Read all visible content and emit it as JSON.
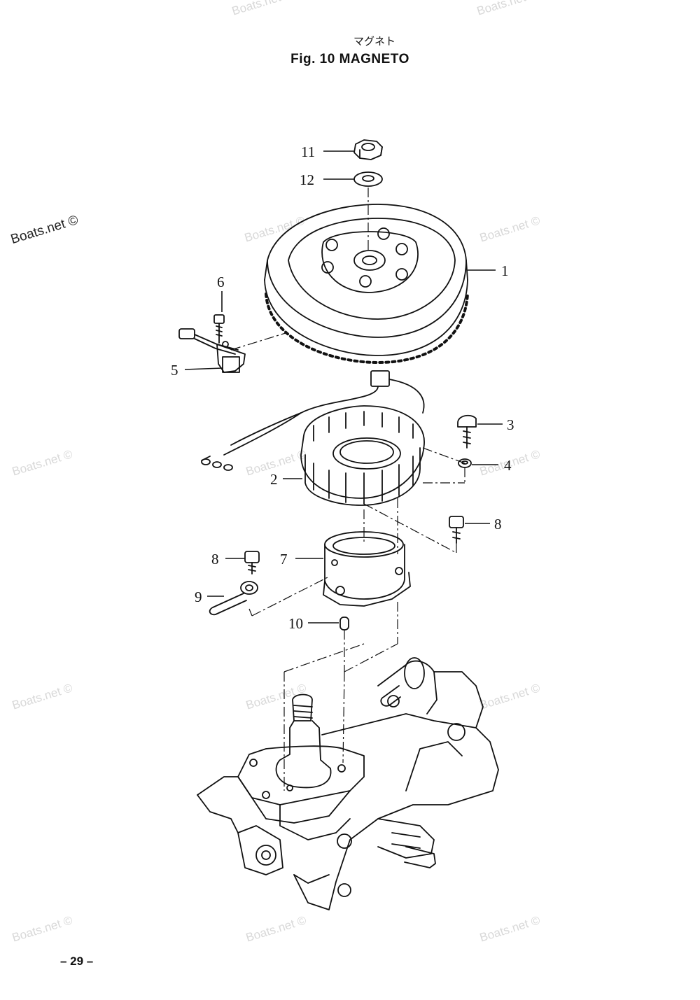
{
  "header": {
    "title_jp": "マグネト",
    "title_en": "Fig. 10   MAGNETO"
  },
  "callouts": [
    {
      "id": "c1",
      "label": "1"
    },
    {
      "id": "c2",
      "label": "2"
    },
    {
      "id": "c3",
      "label": "3"
    },
    {
      "id": "c4",
      "label": "4"
    },
    {
      "id": "c5",
      "label": "5"
    },
    {
      "id": "c6",
      "label": "6"
    },
    {
      "id": "c7",
      "label": "7"
    },
    {
      "id": "c8a",
      "label": "8"
    },
    {
      "id": "c8b",
      "label": "8"
    },
    {
      "id": "c9",
      "label": "9"
    },
    {
      "id": "c10",
      "label": "10"
    },
    {
      "id": "c11",
      "label": "11"
    },
    {
      "id": "c12",
      "label": "12"
    }
  ],
  "watermark": "Boats.net ©",
  "footer": {
    "page_number": "– 29 –"
  }
}
